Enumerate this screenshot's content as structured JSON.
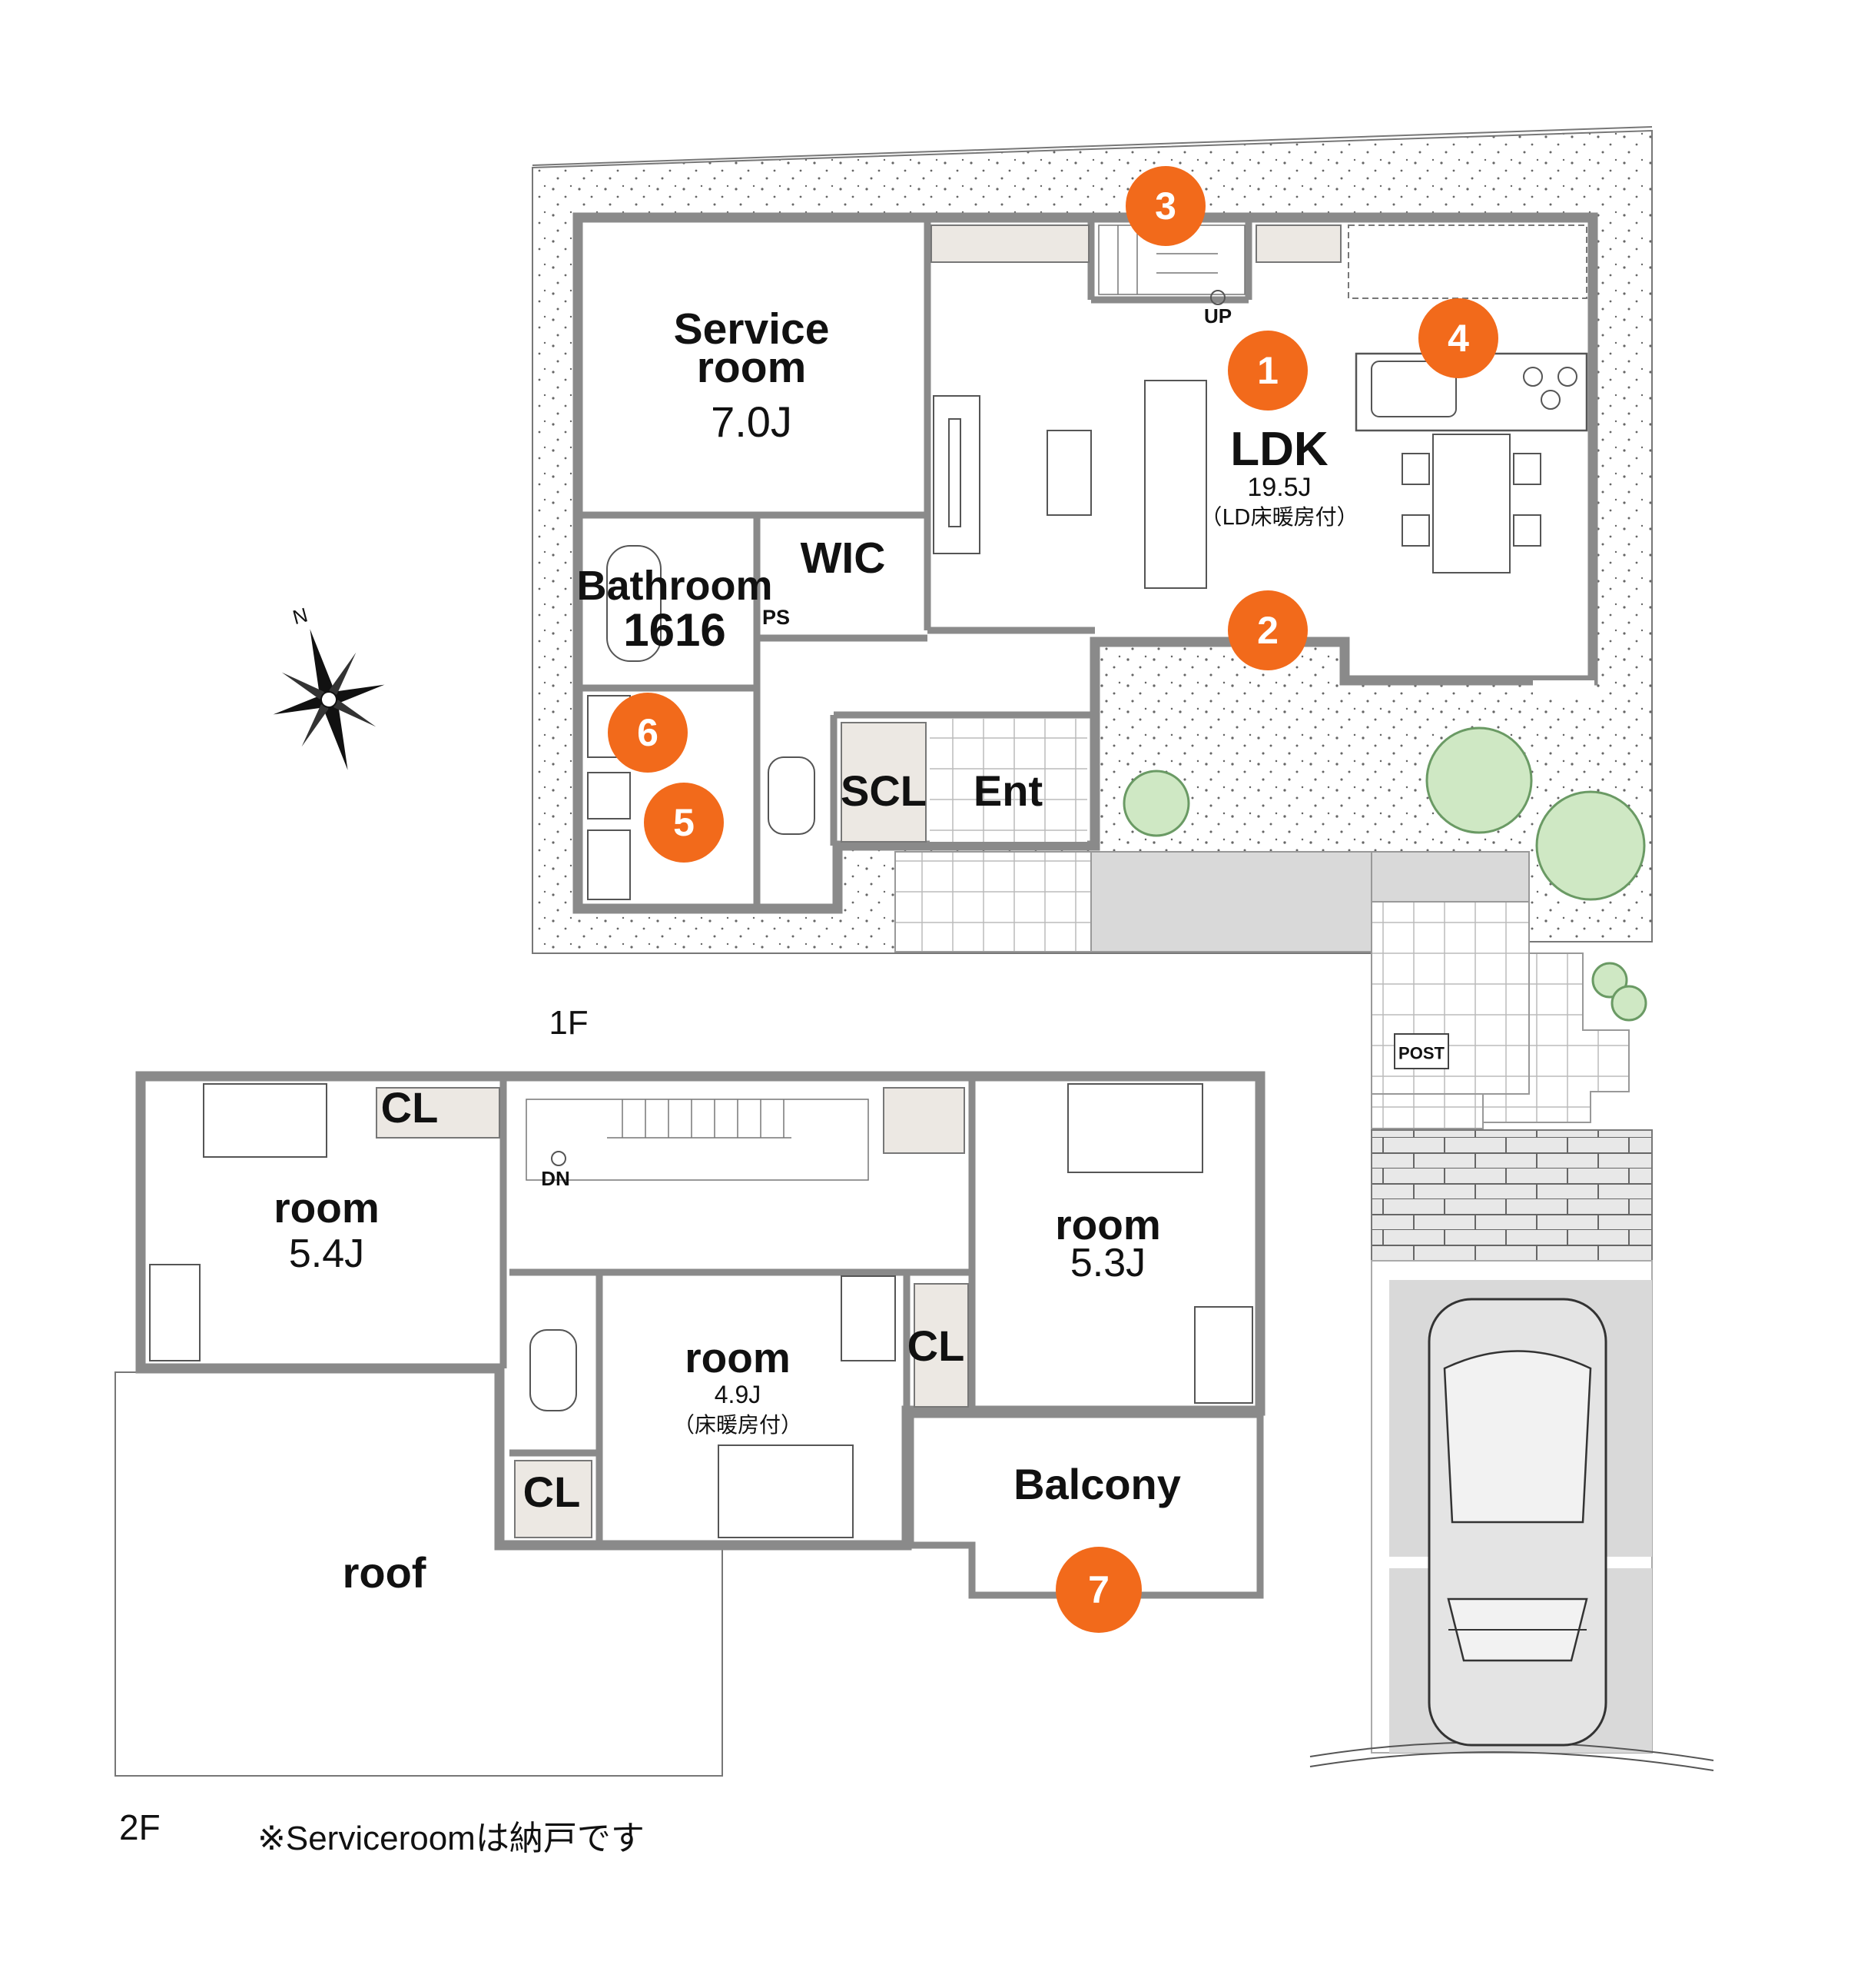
{
  "floor1": {
    "label": "1F",
    "rooms": {
      "service_room": {
        "name_line1": "Service",
        "name_line2": "room",
        "size": "7.0J"
      },
      "ldk": {
        "name": "LDK",
        "size": "19.5J",
        "note": "（LD床暖房付）"
      },
      "wic": {
        "name": "WIC"
      },
      "bathroom": {
        "name": "Bathroom",
        "size": "1616"
      },
      "ps": {
        "name": "PS"
      },
      "scl": {
        "name": "SCL"
      },
      "ent": {
        "name": "Ent"
      }
    },
    "stair_label": "UP",
    "post_label": "POST"
  },
  "floor2": {
    "label": "2F",
    "rooms": {
      "room_west": {
        "name": "room",
        "size": "5.4J"
      },
      "room_east": {
        "name": "room",
        "size": "5.3J"
      },
      "room_center": {
        "name": "room",
        "size": "4.9J",
        "note": "（床暖房付）"
      },
      "balcony": {
        "name": "Balcony"
      },
      "roof": {
        "name": "roof"
      },
      "cl_top": {
        "name": "CL"
      },
      "cl_mid": {
        "name": "CL"
      },
      "cl_bottom": {
        "name": "CL"
      }
    },
    "stair_label": "DN"
  },
  "compass": {
    "label": "N"
  },
  "photo_markers": [
    "1",
    "2",
    "3",
    "4",
    "5",
    "6",
    "7"
  ],
  "footnote": "※Serviceroomは納戸です",
  "colors": {
    "marker": "#f26a1b",
    "wall": "#8a8a8a",
    "tree": "#cfe8c4",
    "paving": "#d9d9d9"
  }
}
